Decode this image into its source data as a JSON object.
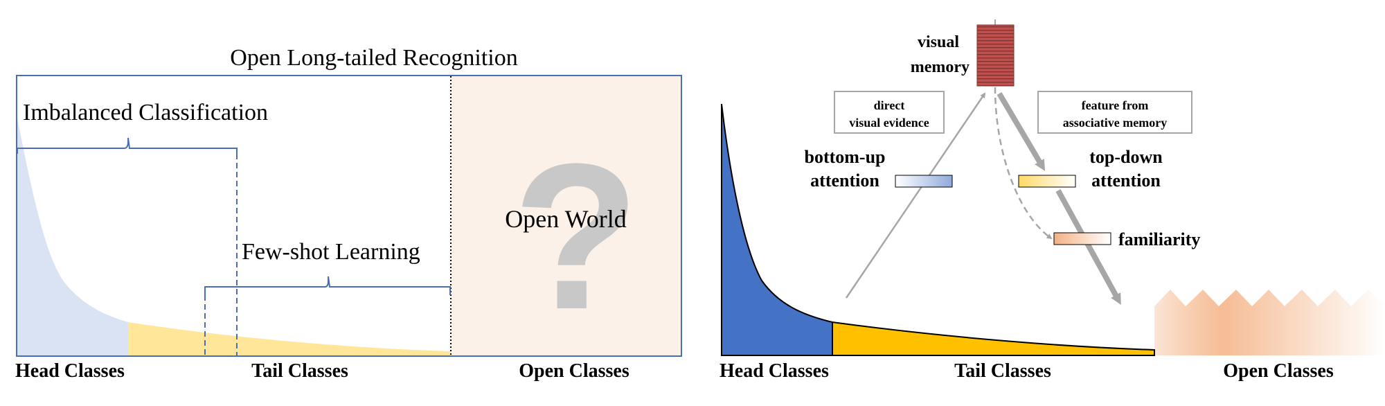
{
  "left_panel": {
    "title": "Open Long-tailed Recognition",
    "imbalanced_label": "Imbalanced Classification",
    "fewshot_label": "Few-shot Learning",
    "open_world_label": "Open World",
    "question_glyph": "?",
    "axis_labels": {
      "head": "Head Classes",
      "tail": "Tail Classes",
      "open": "Open Classes"
    },
    "colors": {
      "frame": "#4a6db5",
      "head_fill": "#dae3f3",
      "tail_fill": "#ffe699",
      "open_fill": "#fbf1e9",
      "question": "#c8c8c8"
    }
  },
  "right_panel": {
    "memory_label_line1": "visual",
    "memory_label_line2": "memory",
    "direct_evidence_line1": "direct",
    "direct_evidence_line2": "visual evidence",
    "associative_line1": "feature from",
    "associative_line2": "associative memory",
    "bottom_up_line1": "bottom-up",
    "bottom_up_line2": "attention",
    "top_down_line1": "top-down",
    "top_down_line2": "attention",
    "familiarity_label": "familiarity",
    "axis_labels": {
      "head": "Head Classes",
      "tail": "Tail Classes",
      "open": "Open Classes"
    },
    "colors": {
      "head_fill": "#4472c4",
      "tail_fill": "#ffc000",
      "memory_fill": "#c0504d",
      "open_fill": "#f4b183",
      "arrow": "#a6a6a6"
    }
  }
}
